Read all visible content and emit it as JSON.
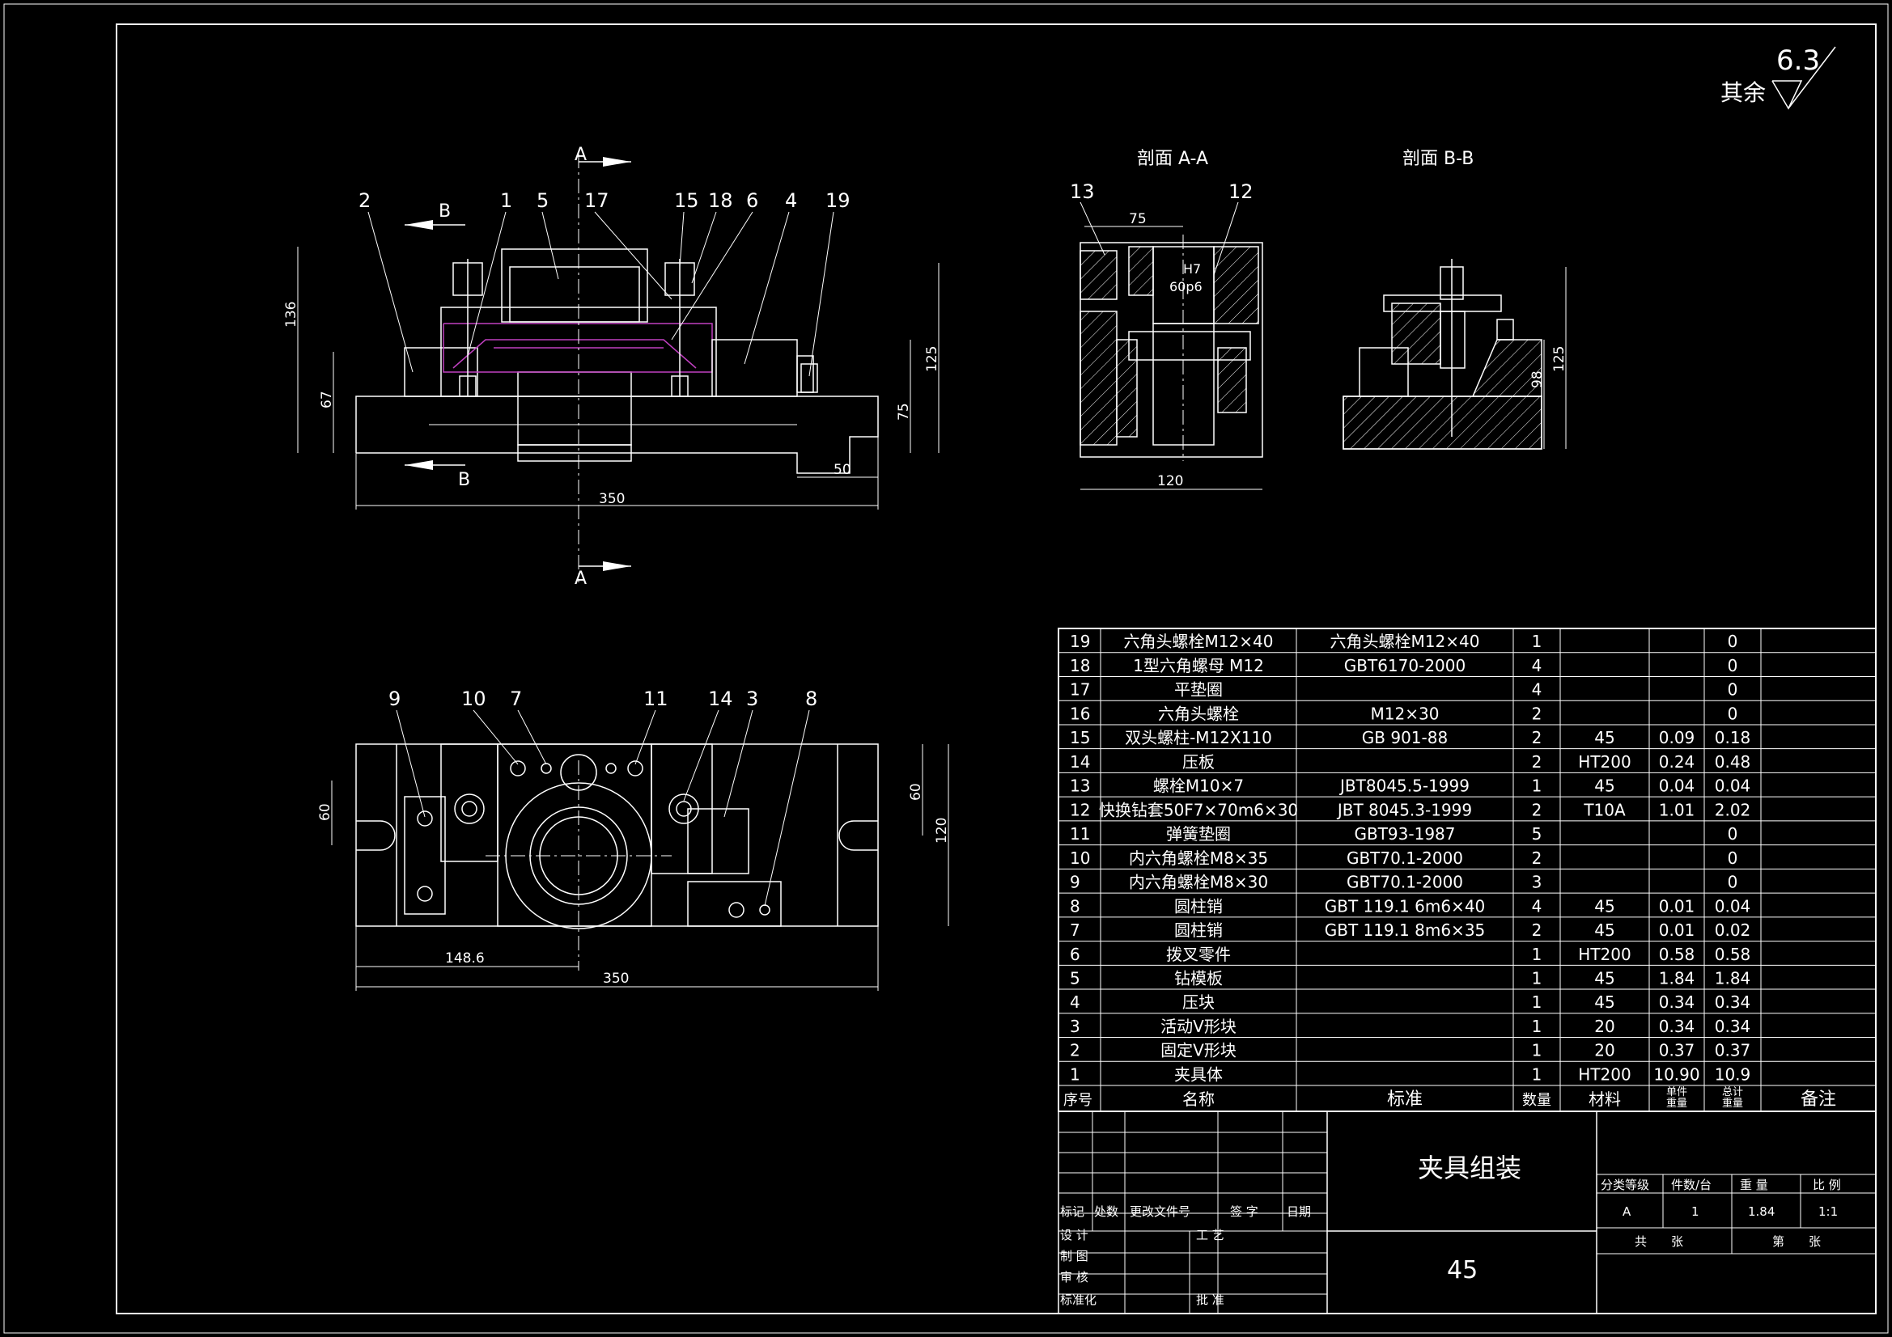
{
  "roughness": {
    "prefix": "其余",
    "value": "6.3"
  },
  "views": {
    "section_aa_title": "剖面 A-A",
    "section_bb_title": "剖面 B-B",
    "section_a": "A",
    "section_b": "B",
    "front_balloons": [
      "2",
      "1",
      "5",
      "17",
      "15",
      "18",
      "6",
      "4",
      "19"
    ],
    "top_balloons": [
      "9",
      "10",
      "7",
      "11",
      "14",
      "3",
      "8"
    ],
    "aa_balloons": [
      "13",
      "12"
    ]
  },
  "dimensions": {
    "front": {
      "height_136": "136",
      "height_67": "67",
      "height_125": "125",
      "height_75": "75",
      "width_50": "50",
      "width_350": "350"
    },
    "top": {
      "d60_left": "60",
      "d60_right": "60",
      "d120": "120",
      "d148": "148.6",
      "d350": "350"
    },
    "aa": {
      "d75": "75",
      "d120": "120",
      "fit_h7": "H7",
      "fit_p6": "60p6"
    },
    "bb": {
      "d98": "98",
      "d125": "125"
    }
  },
  "bom": {
    "rows": [
      {
        "no": "19",
        "name": "六角头螺栓M12×40",
        "std": "六角头螺栓M12×40",
        "qty": "1",
        "mat": "",
        "unit": "",
        "total": "0"
      },
      {
        "no": "18",
        "name": "1型六角螺母 M12",
        "std": "GBT6170-2000",
        "qty": "4",
        "mat": "",
        "unit": "",
        "total": "0"
      },
      {
        "no": "17",
        "name": "平垫圈",
        "std": "",
        "qty": "4",
        "mat": "",
        "unit": "",
        "total": "0"
      },
      {
        "no": "16",
        "name": "六角头螺栓",
        "std": "M12×30",
        "qty": "2",
        "mat": "",
        "unit": "",
        "total": "0"
      },
      {
        "no": "15",
        "name": "双头螺柱-M12X110",
        "std": "GB 901-88",
        "qty": "2",
        "mat": "45",
        "unit": "0.09",
        "total": "0.18"
      },
      {
        "no": "14",
        "name": "压板",
        "std": "",
        "qty": "2",
        "mat": "HT200",
        "unit": "0.24",
        "total": "0.48"
      },
      {
        "no": "13",
        "name": "螺栓M10×7",
        "std": "JBT8045.5-1999",
        "qty": "1",
        "mat": "45",
        "unit": "0.04",
        "total": "0.04"
      },
      {
        "no": "12",
        "name": "快换钻套50F7×70m6×30",
        "std": "JBT 8045.3-1999",
        "qty": "2",
        "mat": "T10A",
        "unit": "1.01",
        "total": "2.02"
      },
      {
        "no": "11",
        "name": "弹簧垫圈",
        "std": "GBT93-1987",
        "qty": "5",
        "mat": "",
        "unit": "",
        "total": "0"
      },
      {
        "no": "10",
        "name": "内六角螺栓M8×35",
        "std": "GBT70.1-2000",
        "qty": "2",
        "mat": "",
        "unit": "",
        "total": "0"
      },
      {
        "no": "9",
        "name": "内六角螺栓M8×30",
        "std": "GBT70.1-2000",
        "qty": "3",
        "mat": "",
        "unit": "",
        "total": "0"
      },
      {
        "no": "8",
        "name": "圆柱销",
        "std": "GBT 119.1 6m6×40",
        "qty": "4",
        "mat": "45",
        "unit": "0.01",
        "total": "0.04"
      },
      {
        "no": "7",
        "name": "圆柱销",
        "std": "GBT 119.1 8m6×35",
        "qty": "2",
        "mat": "45",
        "unit": "0.01",
        "total": "0.02"
      },
      {
        "no": "6",
        "name": "拨叉零件",
        "std": "",
        "qty": "1",
        "mat": "HT200",
        "unit": "0.58",
        "total": "0.58"
      },
      {
        "no": "5",
        "name": "钻模板",
        "std": "",
        "qty": "1",
        "mat": "45",
        "unit": "1.84",
        "total": "1.84"
      },
      {
        "no": "4",
        "name": "压块",
        "std": "",
        "qty": "1",
        "mat": "45",
        "unit": "0.34",
        "total": "0.34"
      },
      {
        "no": "3",
        "name": "活动V形块",
        "std": "",
        "qty": "1",
        "mat": "20",
        "unit": "0.34",
        "total": "0.34"
      },
      {
        "no": "2",
        "name": "固定V形块",
        "std": "",
        "qty": "1",
        "mat": "20",
        "unit": "0.37",
        "total": "0.37"
      },
      {
        "no": "1",
        "name": "夹具体",
        "std": "",
        "qty": "1",
        "mat": "HT200",
        "unit": "10.90",
        "total": "10.9"
      }
    ],
    "header": {
      "no": "序号",
      "name": "名称",
      "std": "标准",
      "qty": "数量",
      "mat": "材料",
      "unit_a": "单件",
      "unit_b": "重量",
      "total_a": "总计",
      "total_b": "重量",
      "note": "备注"
    }
  },
  "title_block": {
    "title": "夹具组装",
    "material": "45",
    "rev_labels": [
      "标记",
      "处数",
      "更改文件号",
      "签 字",
      "日期"
    ],
    "left_labels": [
      "设 计",
      "制 图",
      "审 核",
      "标准化"
    ],
    "mid_labels": [
      "工 艺",
      "批 准"
    ],
    "class_header": [
      "分类等级",
      "件数/台",
      "重 量",
      "比 例"
    ],
    "class_values": [
      "A",
      "1",
      "1.84",
      "1:1"
    ],
    "sheets": [
      "共",
      "张",
      "第",
      "张"
    ]
  },
  "colors": {
    "background": "#000000",
    "line": "#ffffff",
    "accent": "#c040c0"
  }
}
